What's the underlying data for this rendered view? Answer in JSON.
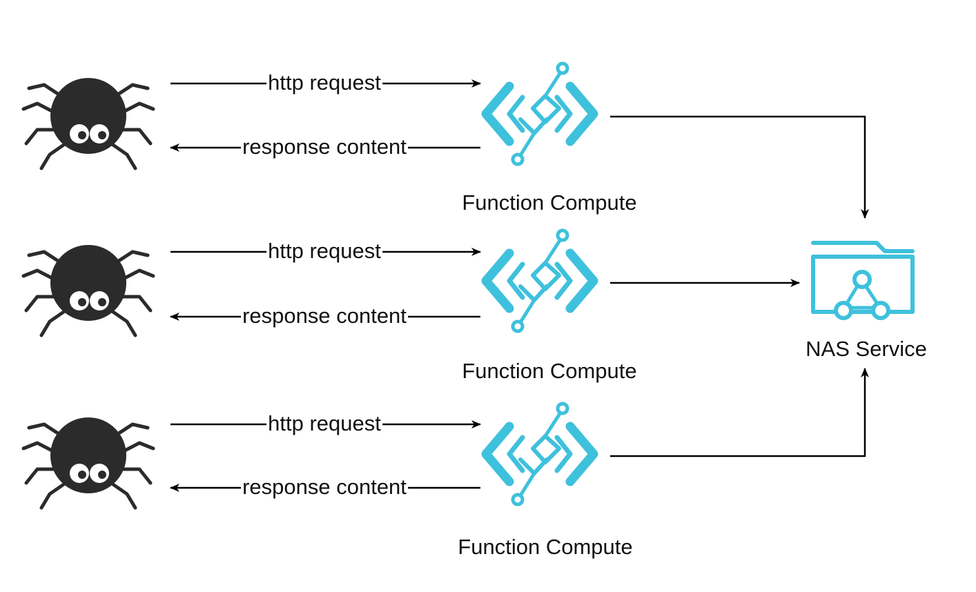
{
  "colors": {
    "accent": "#3ec1dc",
    "line": "#000000",
    "spider": "#2b2b2b"
  },
  "icons": {
    "client": "spider-icon",
    "compute": "function-compute-icon",
    "storage": "nas-folder-icon"
  },
  "rows": [
    {
      "request_label": "http request",
      "response_label": "response content",
      "fc_label": "Function Compute"
    },
    {
      "request_label": "http request",
      "response_label": "response content",
      "fc_label": "Function Compute"
    },
    {
      "request_label": "http request",
      "response_label": "response content",
      "fc_label": "Function Compute"
    }
  ],
  "nas": {
    "label": "NAS Service"
  }
}
